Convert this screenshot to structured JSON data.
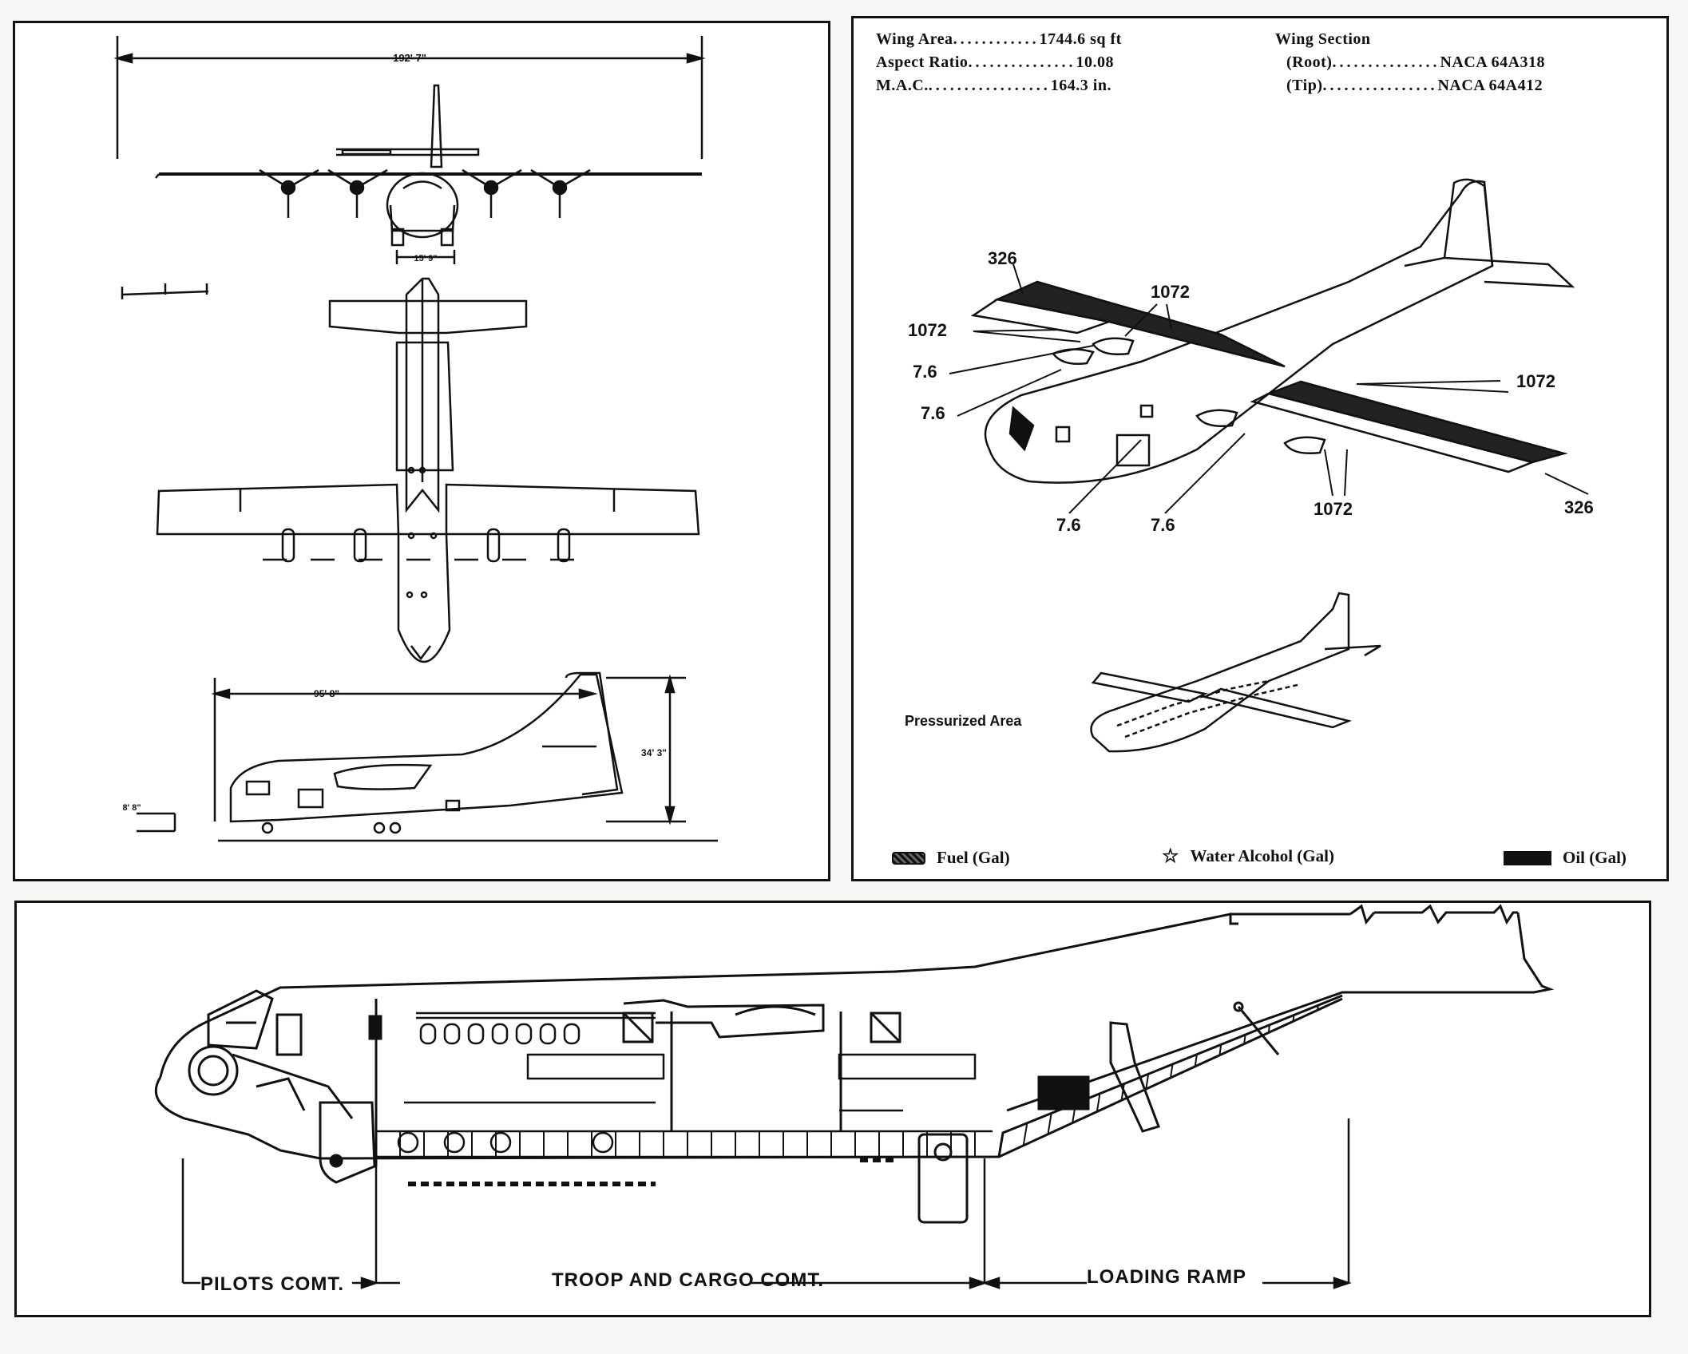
{
  "three_view": {
    "span_dim": "192' 7\"",
    "tread_dim": "15' 9\"",
    "length_dim": "95' 8\"",
    "height_dim": "34' 3\"",
    "ground_clearance_dim": "8' 8\""
  },
  "specs": {
    "wing_area_label": "Wing Area",
    "wing_area_value": "1744.6 sq ft",
    "aspect_ratio_label": "Aspect Ratio",
    "aspect_ratio_value": "10.08",
    "mac_label": "M.A.C.",
    "mac_value": "164.3 in.",
    "wing_section_label": "Wing Section",
    "root_label": "(Root)",
    "root_value": "NACA 64A318",
    "tip_label": "(Tip)",
    "tip_value": "NACA 64A412"
  },
  "callouts": {
    "c326_top": "326",
    "c1072_top": "1072",
    "c1072_left": "1072",
    "c76_a": "7.6",
    "c76_b": "7.6",
    "c1072_right": "1072",
    "c76_c": "7.6",
    "c76_d": "7.6",
    "c1072_bottom": "1072",
    "c326_bottom": "326"
  },
  "pressurized_label": "Pressurized Area",
  "legend": {
    "fuel": "Fuel (Gal)",
    "water_alcohol": "Water Alcohol (Gal)",
    "oil": "Oil (Gal)"
  },
  "compartments": {
    "pilots": "PILOTS COMT.",
    "troop_cargo": "TROOP AND CARGO COMT.",
    "loading_ramp": "LOADING RAMP"
  }
}
